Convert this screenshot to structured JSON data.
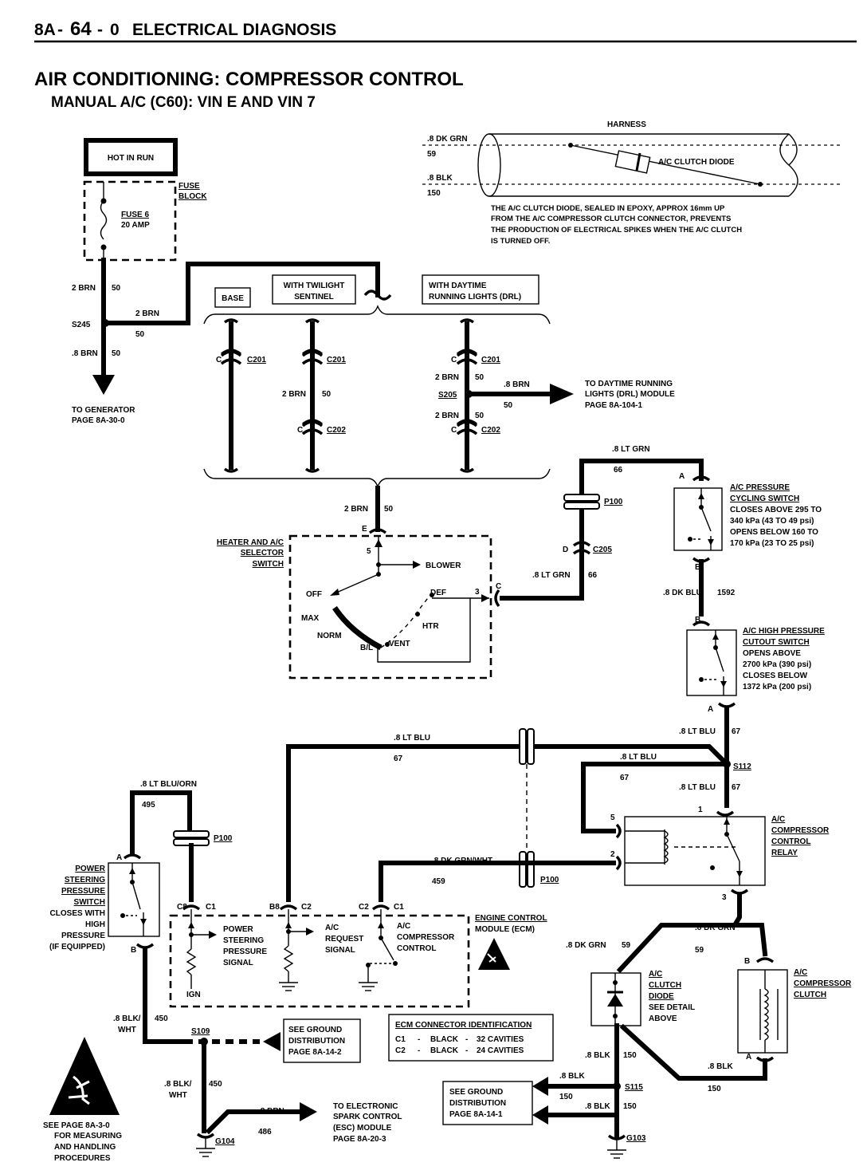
{
  "header": {
    "section": "8A",
    "page": "64",
    "sub": "0",
    "title": "ELECTRICAL DIAGNOSIS"
  },
  "diagram_title": "AIR CONDITIONING:  COMPRESSOR CONTROL",
  "diagram_subtitle": "MANUAL A/C (C60):  VIN E  AND  VIN 7",
  "power": {
    "hot_in_run": "HOT IN RUN",
    "fuse_block": [
      "FUSE",
      "BLOCK"
    ],
    "fuse": [
      "FUSE 6",
      "20 AMP"
    ]
  },
  "harness": {
    "label": "HARNESS",
    "wire_top": ".8 DK GRN",
    "circuit_top": "59",
    "wire_bottom": ".8 BLK",
    "circuit_bottom": "150",
    "diode": "A/C CLUTCH DIODE",
    "note": [
      "THE A/C CLUTCH DIODE, SEALED IN EPOXY, APPROX 16mm UP",
      "FROM THE A/C COMPRESSOR CLUTCH CONNECTOR, PREVENTS",
      "THE PRODUCTION OF ELECTRICAL SPIKES WHEN THE A/C CLUTCH",
      "IS TURNED OFF."
    ]
  },
  "wires": {
    "brn2": "2 BRN",
    "brn8": ".8 BRN",
    "c50": "50",
    "s245": "S245",
    "s205": "S205",
    "gen": [
      "TO GENERATOR",
      "PAGE 8A-30-0"
    ],
    "drl_to": [
      "TO DAYTIME RUNNING",
      "LIGHTS (DRL) MODULE",
      "PAGE 8A-104-1"
    ],
    "ltgrn": ".8 LT GRN",
    "c66": "66",
    "p100": "P100",
    "c205": "C205",
    "dkblu": ".8 DK BLU",
    "c1592": "1592",
    "ltblu": ".8 LT BLU",
    "c67": "67",
    "s112": "S112",
    "ltbluorn": ".8 LT BLU/ORN",
    "c495": "495",
    "dkgrnwht": ".8 DK GRN/WHT",
    "c459": "459",
    "dkgrn": ".8 DK GRN",
    "c59": "59",
    "blk": ".8 BLK",
    "c150": "150",
    "blkwht": [
      ".8 BLK/",
      "WHT"
    ],
    "c450": "450",
    "s109": "S109",
    "g104": "G104",
    "c486": "486",
    "s115": "S115",
    "g103": "G103",
    "esc": [
      "TO ELECTRONIC",
      "SPARK CONTROL",
      "(ESC) MODULE",
      "PAGE 8A-20-3"
    ]
  },
  "options": {
    "base": "BASE",
    "twilight": [
      "WITH TWILIGHT",
      "SENTINEL"
    ],
    "drl": [
      "WITH DAYTIME",
      "RUNNING LIGHTS (DRL)"
    ],
    "c201": "C201",
    "c202": "C202",
    "c": "C"
  },
  "selector": {
    "name": [
      "HEATER AND A/C",
      "SELECTOR",
      "SWITCH"
    ],
    "blower": "BLOWER",
    "off": "OFF",
    "max": "MAX",
    "norm": "NORM",
    "bl": "B/L",
    "vent": "VENT",
    "htr": "HTR",
    "def": "DEF",
    "e": "E",
    "pin5": "5",
    "pin3": "3",
    "cpin": "C",
    "d": "D"
  },
  "pcs": {
    "name": [
      "A/C PRESSURE",
      "CYCLING SWITCH"
    ],
    "desc": [
      "CLOSES ABOVE 295 TO",
      "340 kPa (43 TO 49 psi)",
      "OPENS BELOW 160 TO",
      "170 kPa (23 TO 25 psi)"
    ],
    "a": "A",
    "b": "B"
  },
  "hpc": {
    "name": [
      "A/C HIGH PRESSURE",
      "CUTOUT SWITCH"
    ],
    "desc": [
      "OPENS ABOVE",
      "2700 kPa (390 psi)",
      "CLOSES BELOW",
      "1372 kPa (200 psi)"
    ],
    "b": "B",
    "a": "A"
  },
  "relay": {
    "name": [
      "A/C",
      "COMPRESSOR",
      "CONTROL",
      "RELAY"
    ],
    "p1": "1",
    "p5": "5",
    "p2": "2",
    "p3": "3"
  },
  "ps": {
    "name": [
      "POWER",
      "STEERING",
      "PRESSURE",
      "SWITCH"
    ],
    "desc": [
      "CLOSES WITH",
      "HIGH",
      "PRESSURE",
      "(IF EQUIPPED)"
    ],
    "a": "A",
    "b": "B"
  },
  "ecm": {
    "name": [
      "ENGINE CONTROL",
      "MODULE (ECM)"
    ],
    "c8": "C8",
    "b8": "B8",
    "c1": "C1",
    "c2": "C2",
    "ps_signal": [
      "POWER",
      "STEERING",
      "PRESSURE",
      "SIGNAL"
    ],
    "req": [
      "A/C",
      "REQUEST",
      "SIGNAL"
    ],
    "ctrl": [
      "A/C",
      "COMPRESSOR",
      "CONTROL"
    ],
    "ign": "IGN",
    "conn_title": "ECM CONNECTOR IDENTIFICATION",
    "conn": [
      [
        "C1",
        "-",
        "BLACK",
        "-",
        "32 CAVITIES"
      ],
      [
        "C2",
        "-",
        "BLACK",
        "-",
        "24 CAVITIES"
      ]
    ]
  },
  "clutch_diode": {
    "name": [
      "A/C",
      "CLUTCH",
      "DIODE"
    ],
    "detail": [
      "SEE DETAIL",
      "ABOVE"
    ]
  },
  "clutch": {
    "name": [
      "A/C",
      "COMPRESSOR",
      "CLUTCH"
    ],
    "b": "B",
    "a": "A"
  },
  "ground": {
    "dist2": [
      "SEE GROUND",
      "DISTRIBUTION",
      "PAGE 8A-14-2"
    ],
    "dist1": [
      "SEE GROUND",
      "DISTRIBUTION",
      "PAGE 8A-14-1"
    ]
  },
  "esd_note": [
    "SEE PAGE 8A-3-0",
    "FOR MEASURING",
    "AND HANDLING",
    "PROCEDURES"
  ]
}
